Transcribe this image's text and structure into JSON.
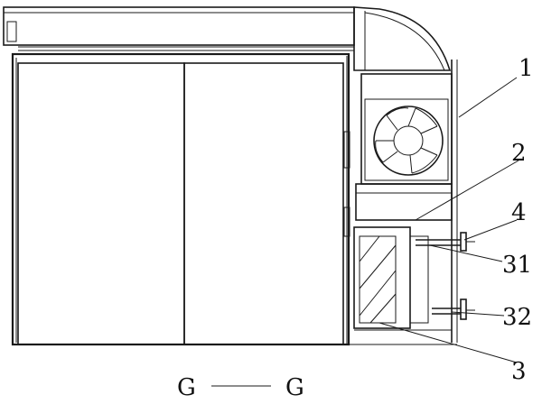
{
  "labels": {
    "l1": "1",
    "l2": "2",
    "l3": "3",
    "l4": "4",
    "l31": "31",
    "l32": "32"
  },
  "section": {
    "left": "G",
    "right": "G"
  }
}
